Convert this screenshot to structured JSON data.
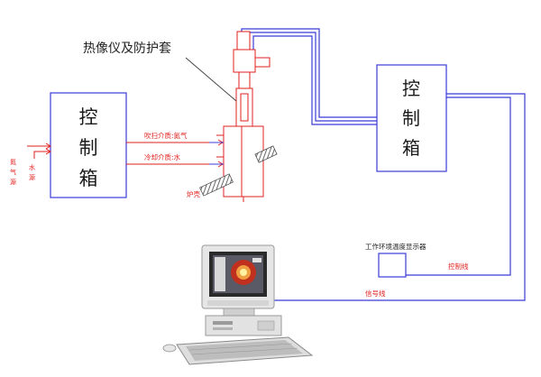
{
  "labels": {
    "thermal_camera": "热像仪及防护套",
    "left_control_box": [
      "控",
      "制",
      "箱"
    ],
    "right_control_box": [
      "控",
      "制",
      "箱"
    ],
    "purge_medium": "吹扫介质:氮气",
    "cooling_medium": "冷却介质:水",
    "nitrogen_inlet": [
      "氮",
      "气",
      "源"
    ],
    "water_inlet": [
      "水",
      "源"
    ],
    "furnace_shell": "炉壳",
    "env_temp_display": "工作环境温度显示器",
    "control_line": "控制线",
    "signal_line": "信号线"
  },
  "colors": {
    "line_blue": "#3b3bd8",
    "line_red": "#e0201c",
    "text_dark": "#222222"
  }
}
